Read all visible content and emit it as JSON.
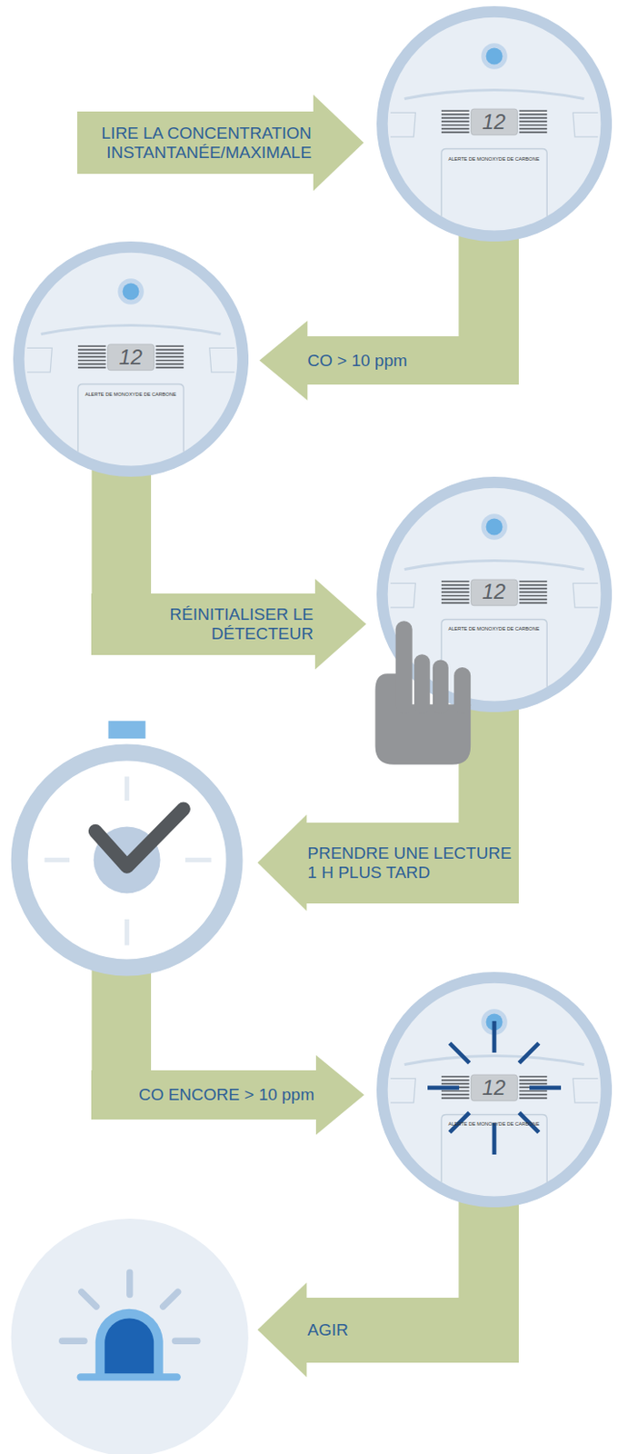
{
  "diagram": {
    "nodes": [
      {
        "text": [
          "LIRE LA CONCENTRATION INSTANTANÉE/MAXIMALE"
        ]
      },
      {
        "text": [
          "12",
          "ALERTE DE MONOXYDE DE CARBONE"
        ]
      },
      {
        "text": [
          "CO > 10 ppm"
        ]
      },
      {
        "text": [
          "12",
          "ALERTE DE MONOXYDE DE CARBONE"
        ]
      },
      {
        "text": [
          "RÉINITIALISER LE DÉTECTEUR"
        ]
      },
      {
        "text": [
          "12",
          "ALERTE DE MONOXYDE DE CARBONE"
        ]
      },
      {
        "text": [
          "PRENDRE UNE LECTURE 1 H PLUS TARD"
        ]
      },
      {
        "text": [
          "CO ENCORE > 10 ppm"
        ]
      },
      {
        "text": [
          "12",
          "ALERTE DE MONOXYDE DE CARBONE"
        ]
      },
      {
        "text": [
          "AGIR"
        ]
      }
    ],
    "edges": [
      {
        "from": 0,
        "to": 1,
        "arrow": "to"
      },
      {
        "from": 1,
        "to": 2,
        "arrow": "none"
      },
      {
        "from": 2,
        "to": 3,
        "arrow": "to"
      },
      {
        "from": 3,
        "to": 4,
        "arrow": "none"
      },
      {
        "from": 4,
        "to": 5,
        "arrow": "to"
      },
      {
        "from": 5,
        "to": 6,
        "arrow": "none"
      },
      {
        "from": 7,
        "to": 8,
        "arrow": "to"
      },
      {
        "from": 8,
        "to": 9,
        "arrow": "none"
      }
    ]
  }
}
